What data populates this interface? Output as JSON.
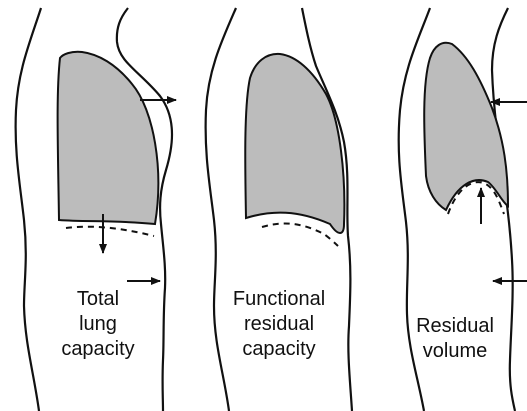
{
  "panels": [
    {
      "id": "total-lung-capacity",
      "label_lines": [
        "Total",
        "lung",
        "capacity"
      ]
    },
    {
      "id": "functional-residual-capacity",
      "label_lines": [
        "Functional",
        "residual",
        "capacity"
      ]
    },
    {
      "id": "residual-volume",
      "label_lines": [
        "Residual",
        "volume"
      ]
    }
  ],
  "colors": {
    "outline": "#111111",
    "lung_fill": "#bcbcbc",
    "background": "#ffffff"
  }
}
